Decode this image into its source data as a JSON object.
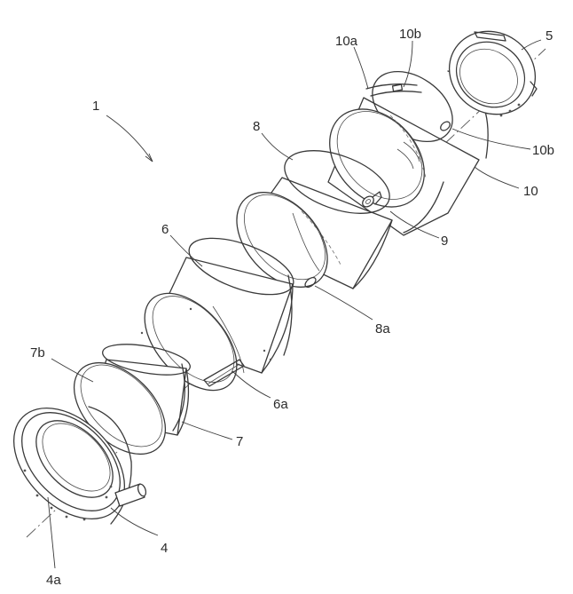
{
  "labels": {
    "assembly": "1",
    "part_4": "4",
    "part_4a": "4a",
    "part_5": "5",
    "part_6": "6",
    "part_6a": "6a",
    "part_7": "7",
    "part_7b": "7b",
    "part_8": "8",
    "part_8a": "8a",
    "part_9": "9",
    "part_10": "10",
    "part_10a": "10a",
    "part_10b_top": "10b",
    "part_10b_side": "10b"
  }
}
